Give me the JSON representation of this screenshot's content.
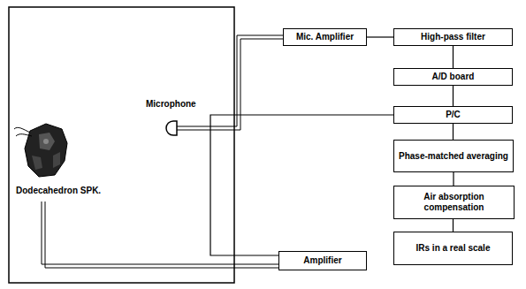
{
  "diagram": {
    "nodes": [
      {
        "text": [
          "Mic. Amplifier"
        ]
      },
      {
        "text": [
          "High-pass filter"
        ]
      },
      {
        "text": [
          "A/D board"
        ]
      },
      {
        "text": [
          "P/C"
        ]
      },
      {
        "text": [
          "Phase-matched averaging"
        ]
      },
      {
        "text": [
          "Air absorption compensation"
        ]
      },
      {
        "text": [
          "IRs in a real scale"
        ]
      },
      {
        "text": [
          "Amplifier"
        ]
      }
    ],
    "edges": [
      {
        "from": 0,
        "to": 1,
        "arrow": "none"
      },
      {
        "from": 1,
        "to": 2,
        "arrow": "none"
      },
      {
        "from": 2,
        "to": 3,
        "arrow": "none"
      },
      {
        "from": 3,
        "to": 4,
        "arrow": "none"
      },
      {
        "from": 4,
        "to": 5,
        "arrow": "none"
      },
      {
        "from": 5,
        "to": 6,
        "arrow": "none"
      },
      {
        "from": 3,
        "to": 7,
        "arrow": "none"
      }
    ],
    "labels": [
      "Microphone",
      "Dodecahedron SPK."
    ]
  }
}
